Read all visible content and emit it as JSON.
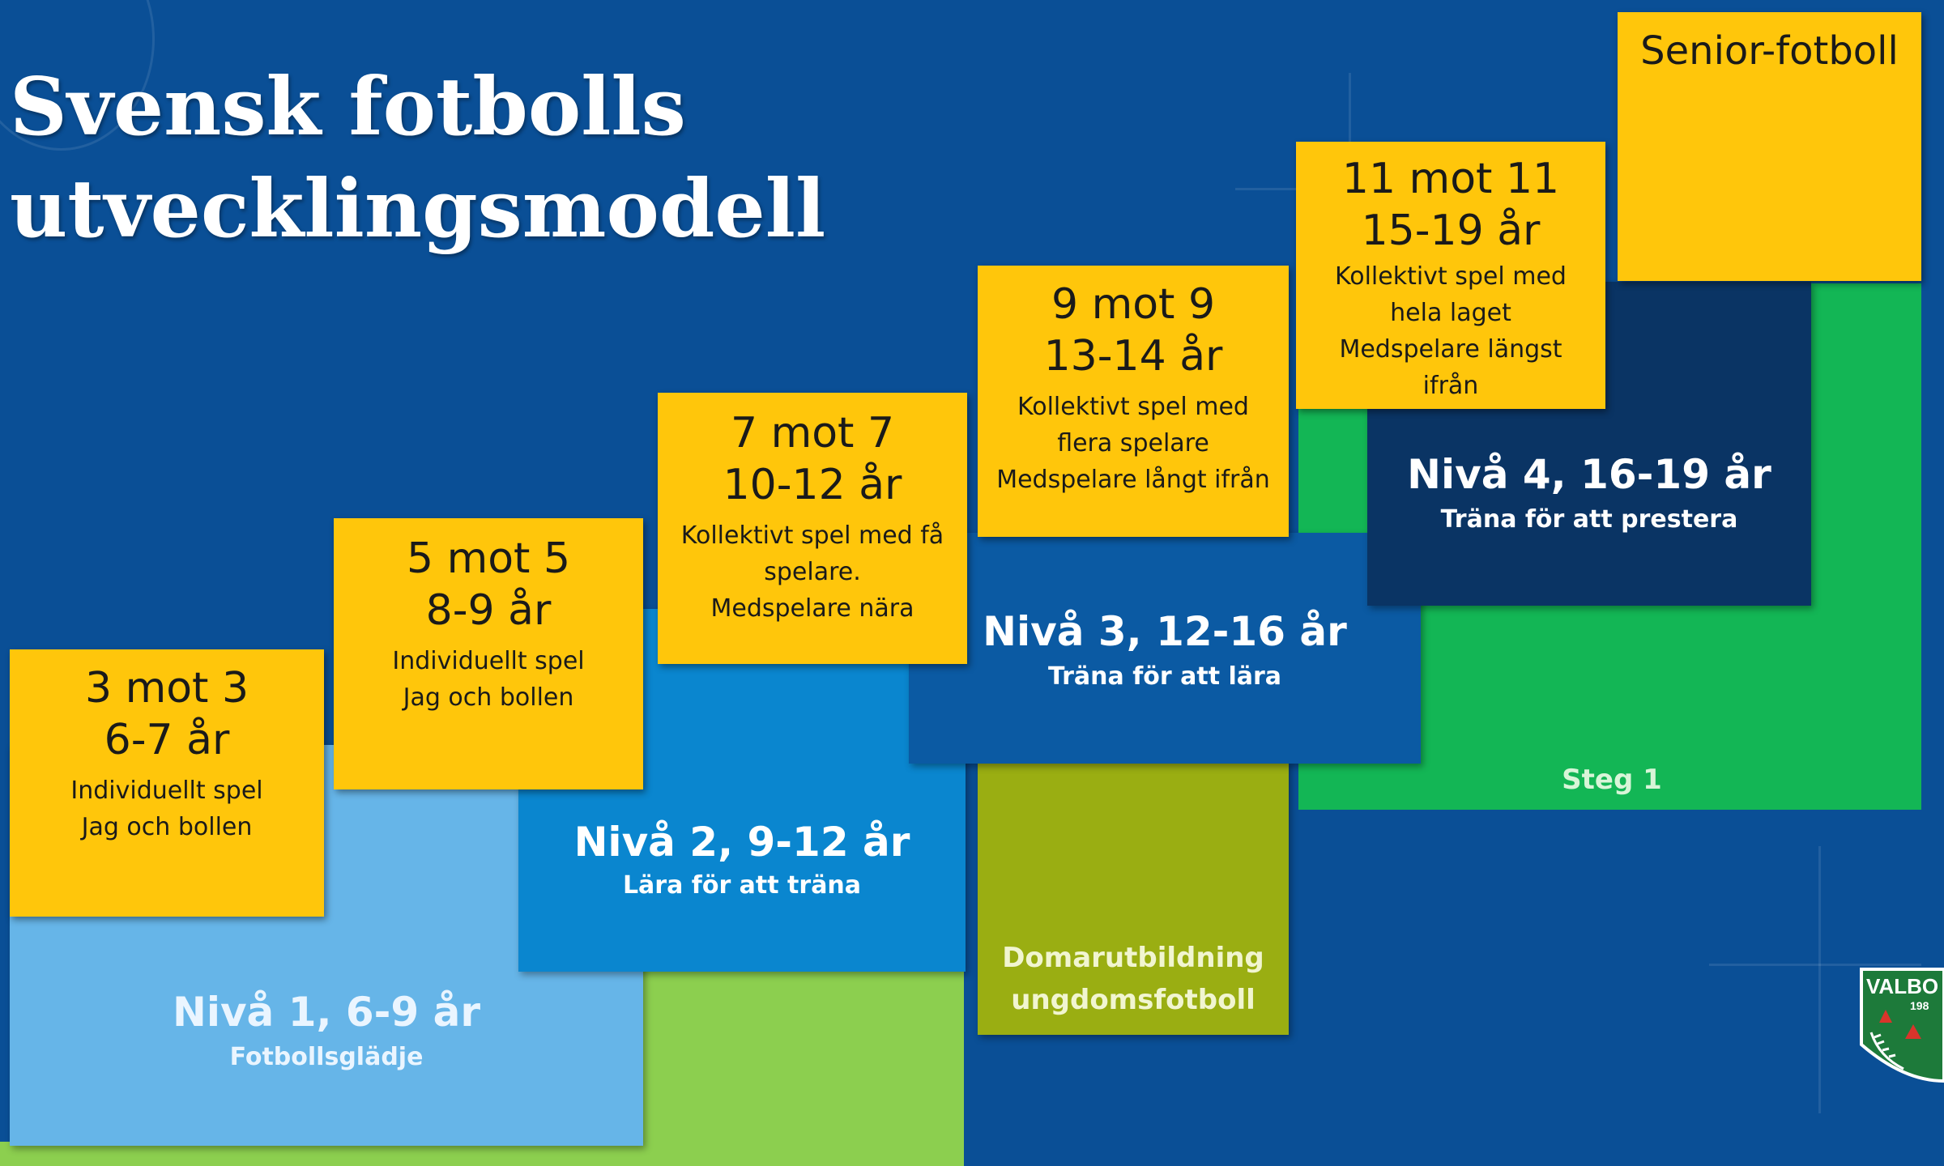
{
  "title": {
    "line1": "Svensk fotbolls",
    "line2": "utvecklingsmodell"
  },
  "stages": [
    {
      "format": "3 mot 3",
      "age": "6-7 år",
      "desc": [
        "Individuellt spel",
        "Jag och bollen"
      ]
    },
    {
      "format": "5 mot 5",
      "age": "8-9 år",
      "desc": [
        "Individuellt spel",
        "Jag och bollen"
      ]
    },
    {
      "format": "7 mot 7",
      "age": "10-12 år",
      "desc": [
        "Kollektivt spel med få",
        "spelare.",
        "Medspelare nära"
      ]
    },
    {
      "format": "9 mot 9",
      "age": "13-14 år",
      "desc": [
        "Kollektivt spel med",
        "flera spelare",
        "Medspelare långt ifrån"
      ]
    },
    {
      "format": "11 mot 11",
      "age": "15-19 år",
      "desc": [
        "Kollektivt spel med",
        "hela laget",
        "Medspelare längst",
        "ifrån"
      ]
    }
  ],
  "senior": {
    "label": "Senior-fotboll"
  },
  "levels": [
    {
      "title": "Nivå 1, 6-9 år",
      "subtitle": "Fotbollsglädje"
    },
    {
      "title": "Nivå 2, 9-12 år",
      "subtitle": "Lära för att träna"
    },
    {
      "title": "Nivå 3, 12-16 år",
      "subtitle": "Träna för att lära"
    },
    {
      "title": "Nivå 4, 16-19 år",
      "subtitle": "Träna för att prestera"
    }
  ],
  "steg": {
    "label": "Steg 1"
  },
  "domare": {
    "line1": "Domarutbildning",
    "line2": "ungdomsfotboll"
  },
  "logo": {
    "text": "VALBO",
    "year": "198"
  },
  "colors": {
    "background": "#0a4f96",
    "yellow": "#ffc60b",
    "level1": "#66b5e8",
    "level2": "#0a86cf",
    "level3": "#0b5aa3",
    "level4": "#0a3464",
    "green_light": "#8ccf4f",
    "green": "#13b655",
    "olive": "#9aae12"
  }
}
